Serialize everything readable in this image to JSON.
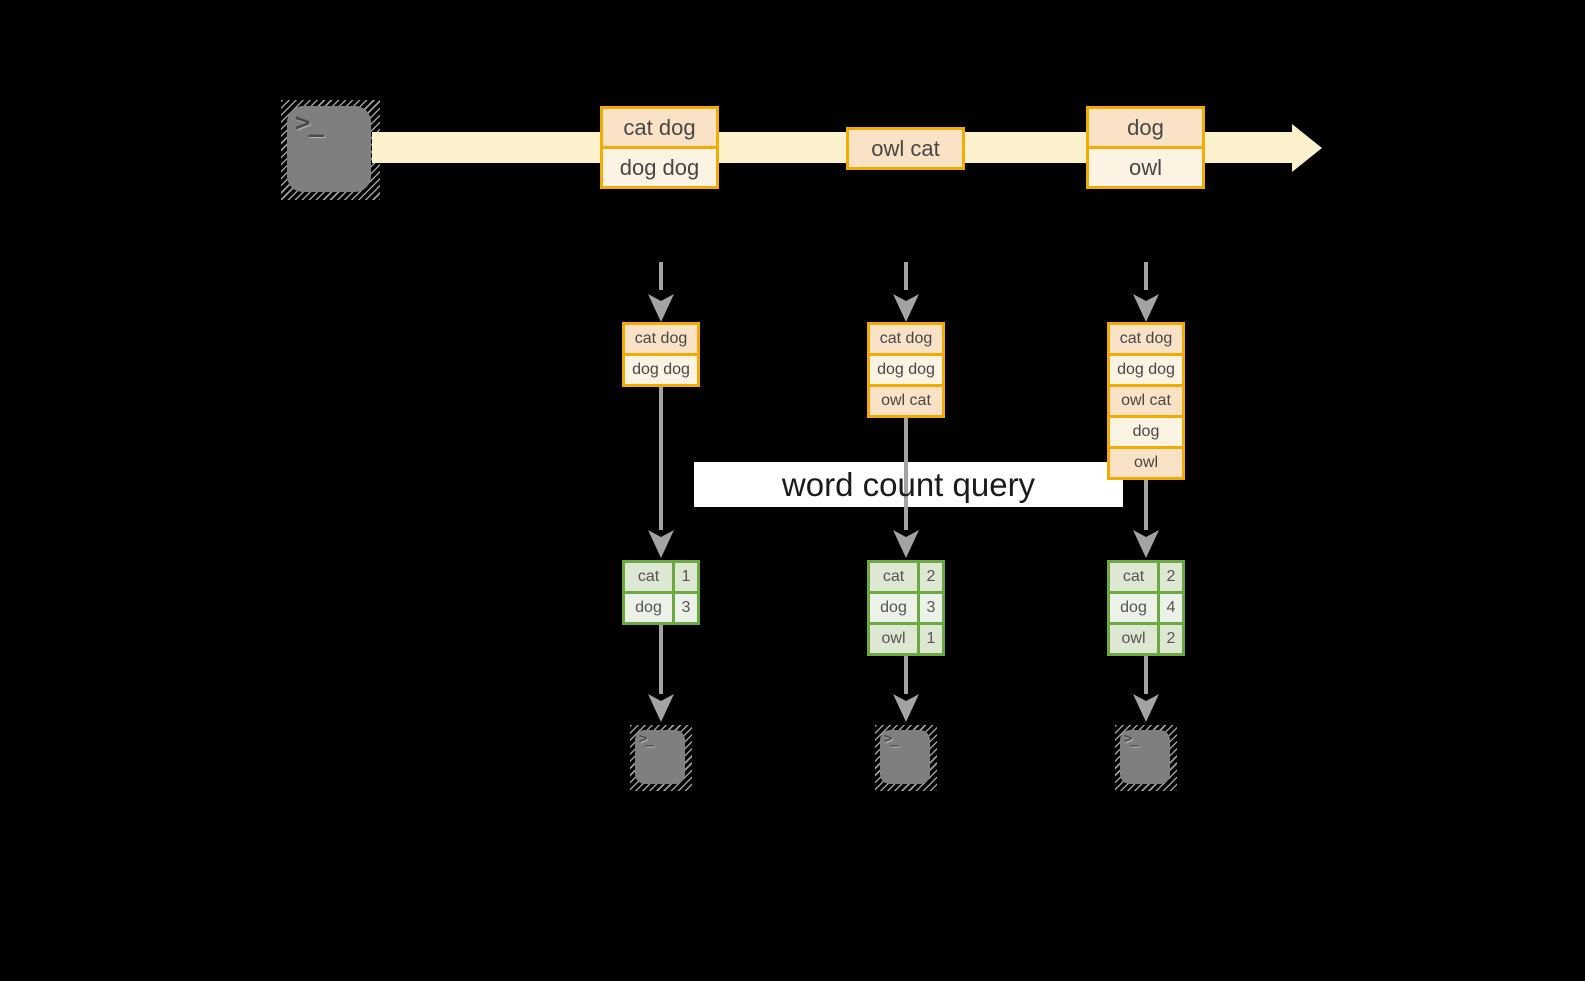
{
  "diagram": {
    "terminal_glyph": ">_",
    "query_label": "word count query",
    "stream": {
      "events": [
        {
          "records": [
            "cat dog",
            "dog dog"
          ]
        },
        {
          "records": [
            "owl cat"
          ]
        },
        {
          "records": [
            "dog",
            "owl"
          ]
        }
      ]
    },
    "columns": [
      {
        "buffer": [
          "cat dog",
          "dog dog"
        ],
        "counts": [
          {
            "word": "cat",
            "count": "1"
          },
          {
            "word": "dog",
            "count": "3"
          }
        ]
      },
      {
        "buffer": [
          "cat dog",
          "dog dog",
          "owl cat"
        ],
        "counts": [
          {
            "word": "cat",
            "count": "2"
          },
          {
            "word": "dog",
            "count": "3"
          },
          {
            "word": "owl",
            "count": "1"
          }
        ]
      },
      {
        "buffer": [
          "cat dog",
          "dog dog",
          "owl cat",
          "dog",
          "owl"
        ],
        "counts": [
          {
            "word": "cat",
            "count": "2"
          },
          {
            "word": "dog",
            "count": "4"
          },
          {
            "word": "owl",
            "count": "2"
          }
        ]
      }
    ]
  },
  "colors": {
    "background": "#000000",
    "stream": "#fcf1cd",
    "orange": "#f2ab00",
    "peach_dark": "#fae2c6",
    "peach_light": "#fdf3e3",
    "green": "#6ca943",
    "green_dark": "#dde8d3",
    "green_light": "#edf2e9",
    "arrow": "#a3a3a3",
    "terminal": "#7f7f7f",
    "hatch": "#9e9e9e",
    "label_bg": "#ffffff",
    "label_text": "#1b1b1b",
    "text_dark": "#474747"
  }
}
